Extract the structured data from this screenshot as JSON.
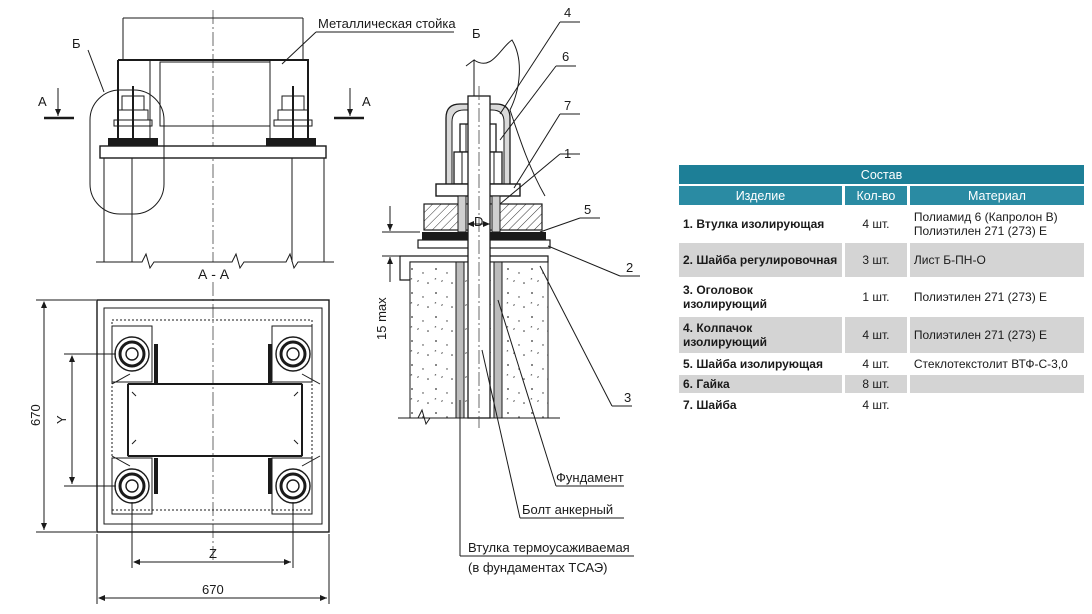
{
  "drawing": {
    "labels": {
      "metal_post": "Металлическая стойка",
      "view_b_left": "Б",
      "view_b_right": "Б",
      "section_mark_left": "А",
      "section_mark_right": "А",
      "section_title": "А - А",
      "dim_670_vertical": "670",
      "dim_y": "Y",
      "dim_z": "Z",
      "dim_670_horizontal": "670",
      "dim_d": "D",
      "dim_15max": "15 max",
      "callout_1": "1",
      "callout_2": "2",
      "callout_3": "3",
      "callout_4": "4",
      "callout_5": "5",
      "callout_6": "6",
      "callout_7": "7",
      "foundation": "Фундамент",
      "anchor_bolt": "Болт анкерный",
      "sleeve_line1": "Втулка термоусаживаемая",
      "sleeve_line2": "(в фундаментах  ТСАЭ)"
    }
  },
  "table": {
    "title": "Состав",
    "headers": [
      "Изделие",
      "Кол-во",
      "Материал"
    ],
    "rows": [
      {
        "name": "1. Втулка изолирующая",
        "qty": "4 шт.",
        "material": [
          "Полиамид 6 (Капролон В)",
          "Полиэтилен 271 (273) Е"
        ],
        "shaded": false
      },
      {
        "name": "2. Шайба регулировочная",
        "qty": "3 шт.",
        "material": [
          "Лист Б-ПН-О"
        ],
        "shaded": true
      },
      {
        "name": "3. Оголовок изолирующий",
        "qty": "1 шт.",
        "material": [
          "Полиэтилен 271 (273) Е"
        ],
        "shaded": false
      },
      {
        "name": "4. Колпачок изолирующий",
        "qty": "4 шт.",
        "material": [
          "Полиэтилен 271 (273) Е"
        ],
        "shaded": true
      },
      {
        "name": "5. Шайба изолирующая",
        "qty": "4 шт.",
        "material": [
          "Стеклотекстолит ВТФ-С-3,0"
        ],
        "shaded": false
      },
      {
        "name": "6. Гайка",
        "qty": "8 шт.",
        "material": [
          ""
        ],
        "shaded": true
      },
      {
        "name": "7. Шайба",
        "qty": "4 шт.",
        "material": [
          ""
        ],
        "shaded": false
      }
    ]
  }
}
